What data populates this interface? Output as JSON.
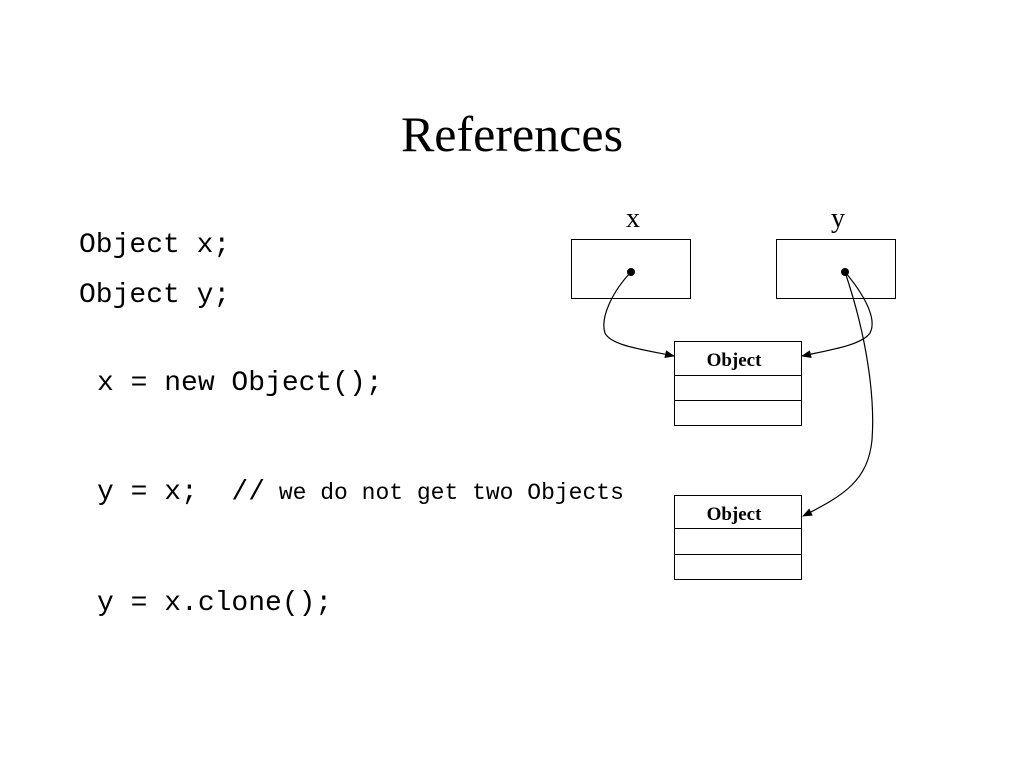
{
  "slide": {
    "title": "References"
  },
  "code": {
    "decl_x": "Object x;",
    "decl_y": "Object y;",
    "assign_new": "x = new Object();",
    "assign_ref": "y = x;  ",
    "comment_slashes": "//",
    "comment_text": " we do not get two Objects",
    "assign_clone": "y = x.clone();"
  },
  "diagram": {
    "var_x_label": "x",
    "var_y_label": "y",
    "object_top_label": "Object",
    "object_bottom_label": "Object"
  }
}
